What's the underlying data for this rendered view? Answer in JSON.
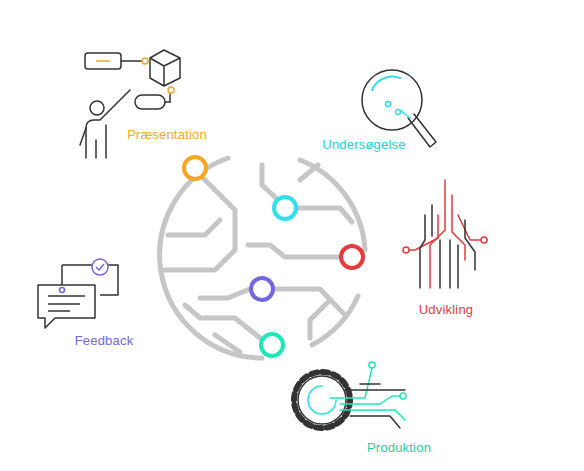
{
  "diagram": {
    "labels": [
      "Præsentation",
      "Undersøgelse",
      "Udvikling",
      "Feedback",
      "Produktion"
    ]
  }
}
